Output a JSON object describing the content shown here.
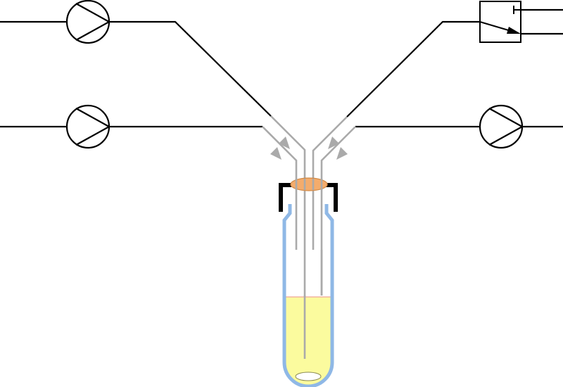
{
  "diagram": {
    "kind": "tube-with-four-lines",
    "components": {
      "pumps": [
        {
          "id": "pump-top-left",
          "icon": "pump-icon"
        },
        {
          "id": "pump-middle-left",
          "icon": "pump-icon"
        },
        {
          "id": "pump-middle-right",
          "icon": "pump-icon"
        }
      ],
      "valve": {
        "id": "valve-top-right",
        "icon": "three-way-valve-icon"
      },
      "tube": {
        "icon": "test-tube-icon",
        "liquid": "yellow",
        "stopper": "orange",
        "cap": "black"
      }
    },
    "colors": {
      "line": "#000000",
      "capillary": "#aaaaaa",
      "tube_wall": "#8fb8e6",
      "liquid": "#fbfb9e",
      "liquid_surface": "#f2b3a0",
      "stopper": "#f4ac6c",
      "stopper_edge": "#d08a48"
    }
  }
}
